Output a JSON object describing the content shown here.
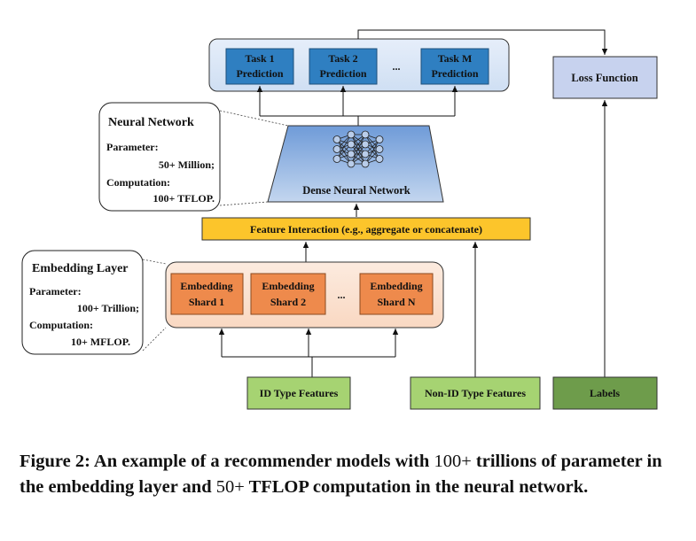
{
  "tasks": [
    {
      "line1": "Task 1",
      "line2": "Prediction"
    },
    {
      "line1": "Task 2",
      "line2": "Prediction"
    },
    {
      "line1": "Task M",
      "line2": "Prediction"
    }
  ],
  "task_ellipsis": "...",
  "loss_function": "Loss Function",
  "neural_network": {
    "title": "Neural Network",
    "param_label": "Parameter:",
    "param_value": "50+ Million;",
    "comp_label": "Computation:",
    "comp_value": "100+ TFLOP."
  },
  "dense_nn": "Dense Neural Network",
  "feature_interaction": "Feature Interaction (e.g., aggregate or concatenate)",
  "embedding_layer": {
    "title": "Embedding Layer",
    "param_label": "Parameter:",
    "param_value": "100+ Trillion;",
    "comp_label": "Computation:",
    "comp_value": "10+ MFLOP."
  },
  "shards": [
    {
      "line1": "Embedding",
      "line2": "Shard 1"
    },
    {
      "line1": "Embedding",
      "line2": "Shard 2"
    },
    {
      "line1": "Embedding",
      "line2": "Shard N"
    }
  ],
  "shard_ellipsis": "...",
  "id_features": "ID Type Features",
  "non_id_features": "Non-ID Type Features",
  "labels": "Labels",
  "caption": {
    "main": "Figure 2: An example of a recommender models with",
    "num1": "100+",
    "mid": "trillions of parameter in the embedding layer and",
    "num2": "50+",
    "end": "TFLOP computation in the neural network."
  },
  "colors": {
    "task_box": "#2f7fc1",
    "task_group": "#dbe7f7",
    "loss_box": "#c7d2ee",
    "dense_nn": "#a9c3e6",
    "feature_interaction": "#fcc52b",
    "embed_group": "#fbe2d1",
    "shard_box": "#ee8a4c",
    "input_light_green": "#a6d372",
    "labels_green": "#6e9c4b"
  }
}
